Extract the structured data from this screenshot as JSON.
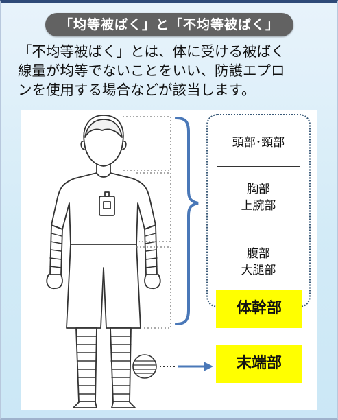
{
  "title": "「均等被ばく」と「不均等被ばく」",
  "description": "「不均等被ばく」とは、体に受ける被ばく\n線量が均等でないことをいい、防護エプロ\nンを使用する場合などが該当します。",
  "regions": [
    {
      "label": "頭部･頸部"
    },
    {
      "label": "胸部\n上腕部"
    },
    {
      "label": "腹部\n大腿部"
    }
  ],
  "trunk_label": "体幹部",
  "extremity_label": "末端部",
  "colors": {
    "bracket": "#4a78b8",
    "highlight": "#ffff00",
    "title_bg": "#626262",
    "frame_top": "#2f4a78"
  }
}
